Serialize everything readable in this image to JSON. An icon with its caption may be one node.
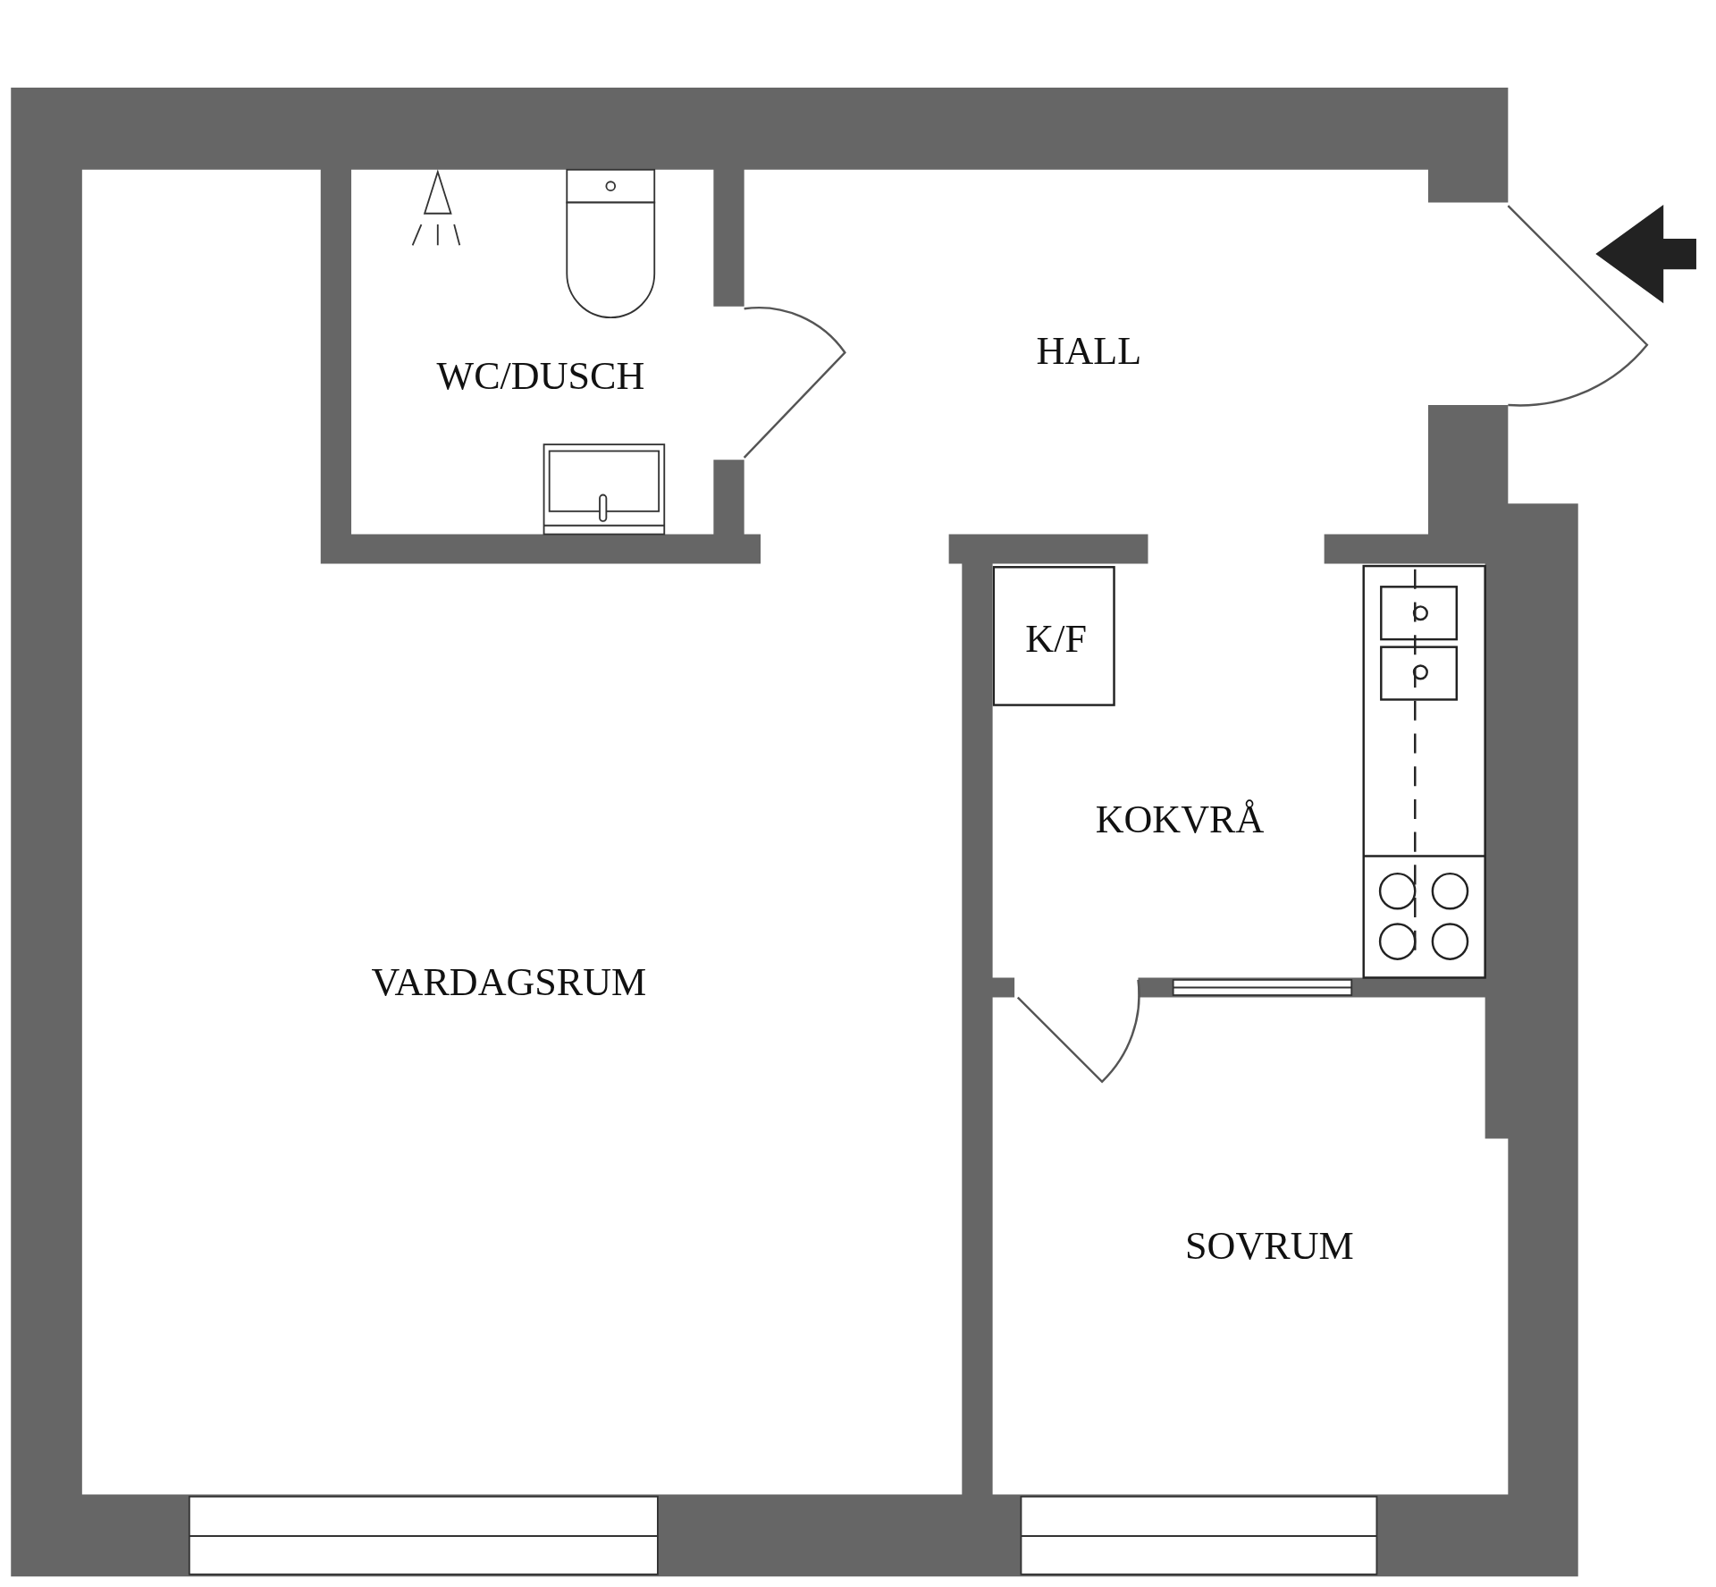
{
  "diagram": {
    "nodes": [
      {
        "text": [
          "WC/DUSCH"
        ]
      },
      {
        "text": [
          "HALL"
        ]
      },
      {
        "text": [
          "KOKVRÅ"
        ]
      },
      {
        "text": [
          "K/F"
        ],
        "in": 2
      },
      {
        "text": [
          "VARDAGSRUM"
        ]
      },
      {
        "text": [
          "SOVRUM"
        ]
      }
    ]
  }
}
